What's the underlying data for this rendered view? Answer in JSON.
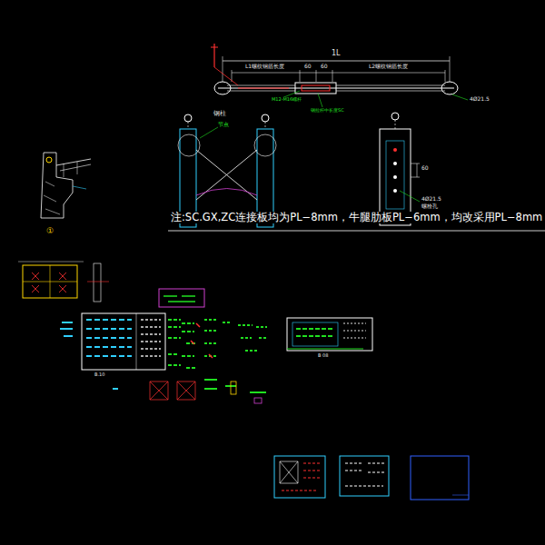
{
  "diagram": {
    "labels": [
      "1L",
      "L1螺纹钢筋长度",
      "60",
      "60",
      "L2螺纹钢筋长度",
      "M12-M16螺杆",
      "钢拉杆中长度SC",
      "4Ø21.5",
      "钢柱",
      "节点",
      "60",
      "4Ø21.5",
      "螺栓孔",
      "注:SC.GX,ZC连接板均为PL−8mm，牛腿肋板PL−6mm，均改采用PL−8mm",
      "①",
      "B.10",
      "B 08"
    ]
  }
}
